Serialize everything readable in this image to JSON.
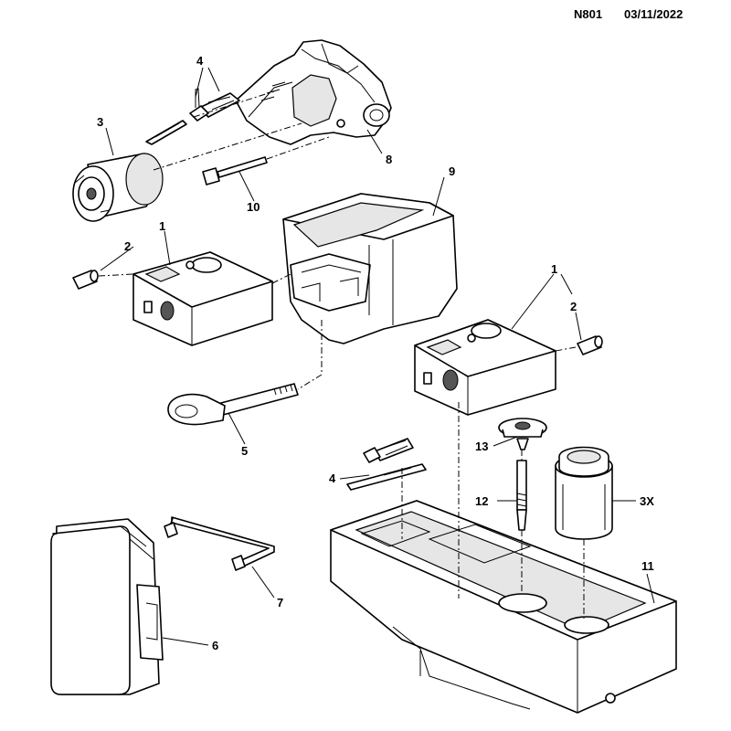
{
  "header": {
    "code": "N801",
    "date": "03/11/2022"
  },
  "callouts": {
    "p1a": "1",
    "p1b": "1",
    "p2a": "2",
    "p2b": "2",
    "p3": "3",
    "p3x": "3X",
    "p4a": "4",
    "p4b": "4",
    "p5": "5",
    "p6": "6",
    "p7": "7",
    "p8": "8",
    "p9": "9",
    "p10": "10",
    "p11": "11",
    "p12": "12",
    "p13": "13"
  }
}
